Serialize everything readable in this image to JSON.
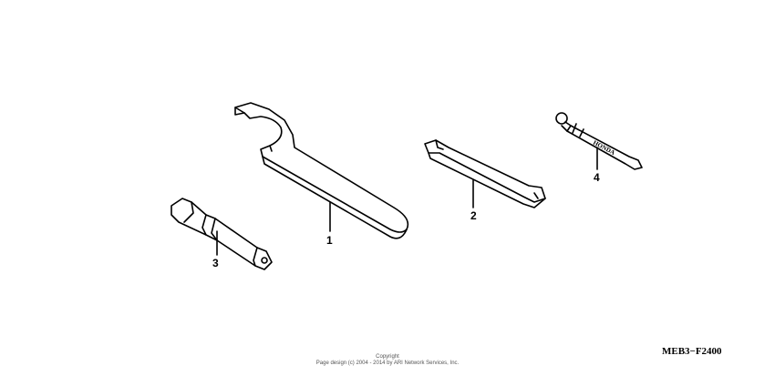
{
  "parts": [
    {
      "callout": "1"
    },
    {
      "callout": "2"
    },
    {
      "callout": "3"
    },
    {
      "callout": "4",
      "engraving": "HONDA"
    }
  ],
  "copyright": {
    "title": "Copyright",
    "line": "Page design (c) 2004 - 2014 by ARI Network Services, Inc."
  },
  "diagram_code": "MEB3−F2400"
}
